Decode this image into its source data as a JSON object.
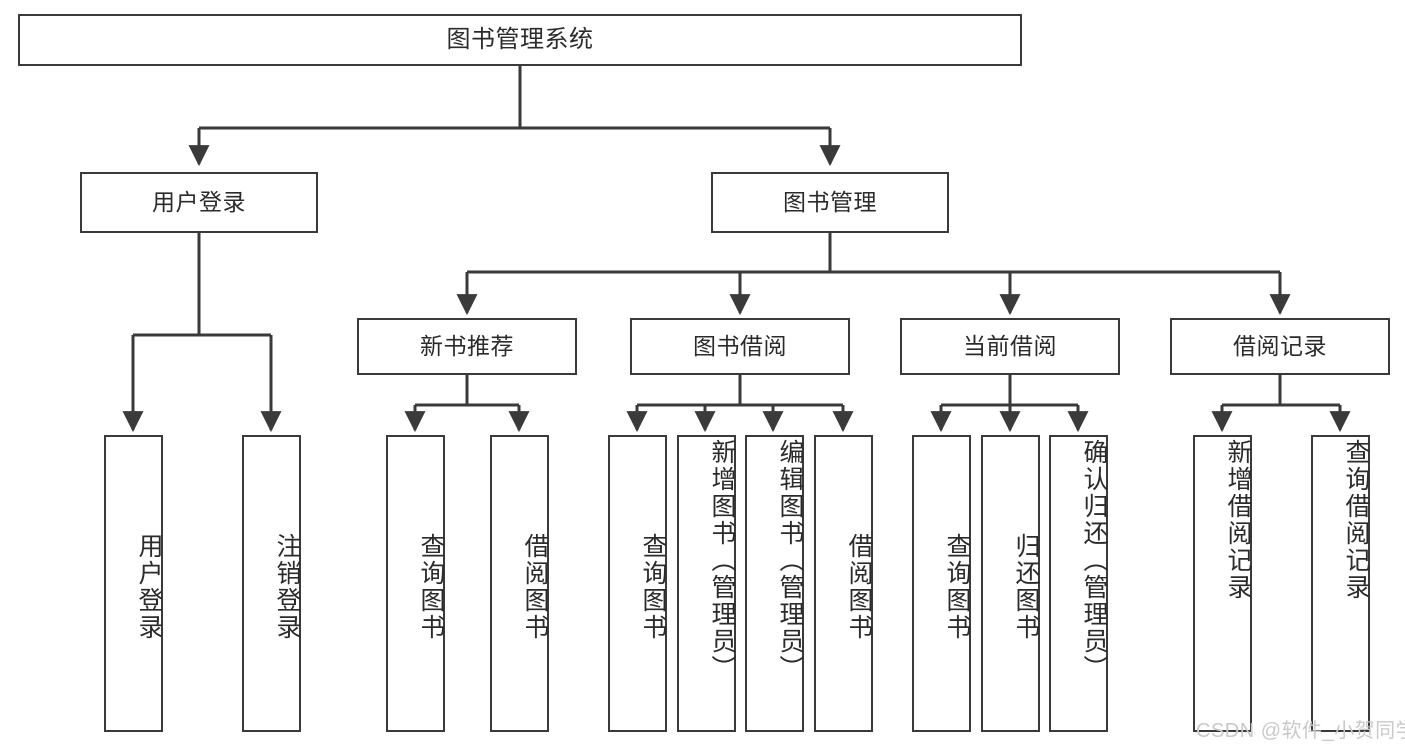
{
  "diagram": {
    "title": "图书管理系统",
    "type": "hierarchy-tree",
    "watermark": "CSDN @软件_小贺同学",
    "colors": {
      "box_border": "#3a3a3a",
      "box_fill": "#ffffff",
      "connector": "#3a3a3a",
      "text": "#2b2b2b",
      "watermark": "#c9c9c9",
      "background": "#ffffff"
    },
    "levels": {
      "root": {
        "label": "图书管理系统"
      },
      "level2": [
        {
          "id": "user-login",
          "label": "用户登录"
        },
        {
          "id": "book-management",
          "label": "图书管理"
        }
      ],
      "level3": [
        {
          "id": "new-book-recommend",
          "label": "新书推荐",
          "parent": "book-management"
        },
        {
          "id": "book-borrow",
          "label": "图书借阅",
          "parent": "book-management"
        },
        {
          "id": "current-borrow",
          "label": "当前借阅",
          "parent": "book-management"
        },
        {
          "id": "borrow-record",
          "label": "借阅记录",
          "parent": "book-management"
        }
      ],
      "level4": [
        {
          "id": "leaf-user-login",
          "label": "用户登录",
          "parent": "user-login"
        },
        {
          "id": "leaf-logout-login",
          "label": "注销登录",
          "parent": "user-login"
        },
        {
          "id": "leaf-query-book-1",
          "label": "查询图书",
          "parent": "new-book-recommend"
        },
        {
          "id": "leaf-borrow-book-1",
          "label": "借阅图书",
          "parent": "new-book-recommend"
        },
        {
          "id": "leaf-query-book-2",
          "label": "查询图书",
          "parent": "book-borrow"
        },
        {
          "id": "leaf-add-book",
          "label": "新增图书（管理员）",
          "parent": "book-borrow"
        },
        {
          "id": "leaf-edit-book",
          "label": "编辑图书（管理员）",
          "parent": "book-borrow"
        },
        {
          "id": "leaf-borrow-book-2",
          "label": "借阅图书",
          "parent": "book-borrow"
        },
        {
          "id": "leaf-query-book-3",
          "label": "查询图书",
          "parent": "current-borrow"
        },
        {
          "id": "leaf-return-book",
          "label": "归还图书",
          "parent": "current-borrow"
        },
        {
          "id": "leaf-confirm-return",
          "label": "确认归还（管理员）",
          "parent": "current-borrow"
        },
        {
          "id": "leaf-add-record",
          "label": "新增借阅记录",
          "parent": "borrow-record"
        },
        {
          "id": "leaf-query-record",
          "label": "查询借阅记录",
          "parent": "borrow-record"
        }
      ]
    }
  }
}
